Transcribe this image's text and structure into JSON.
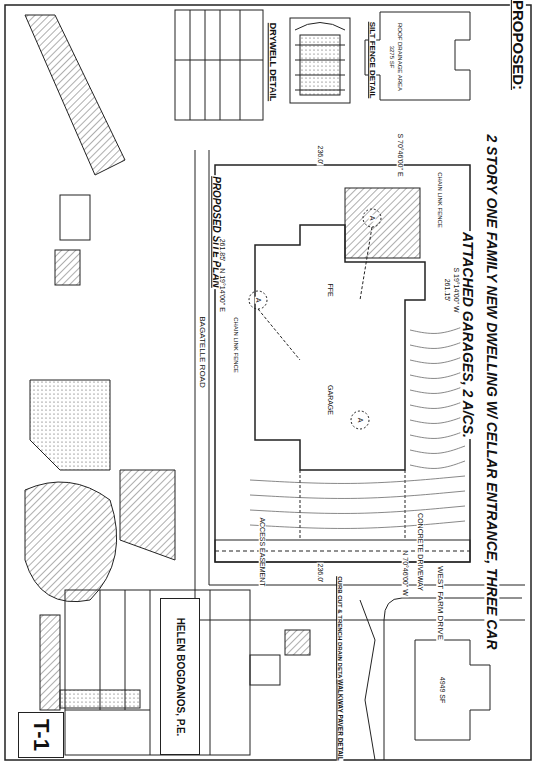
{
  "diagram": {
    "title": "PROPOSED:",
    "nodes": [
      {
        "text": [
          "HELEN BOGDANOS, P.E."
        ]
      },
      {
        "text": [
          "T-1"
        ]
      }
    ],
    "labels": [
      "2 STORY ONE FAMILY NEW DWELLING W/ CELLAR ENTRANCE, THREE CAR",
      "ATTACHED GARAGES, 2 A/CS.",
      "ROOF DRAINAGE AREA",
      "3275 SF",
      "SILT FENCE DETAIL",
      "DRYWELL DETAIL",
      "PROPOSED SITE PLAN",
      "BAGATELLE ROAD",
      "N 19°14'00\" E",
      "261.85'",
      "CHAIN LINK FENCE",
      "S 70°46'00\" E",
      "236.0'",
      "CHAIN LINK FENCE",
      "S 19°14'00\" W",
      "261.15'",
      "CONCRETE DRIVEWAY",
      "ACCESS EASEMENT",
      "N 70°46'00\" W",
      "236.0'",
      "WEST FARM DRIVE",
      "4949 SF",
      "CURB CUT & TRENCH DRAIN DETAIL",
      "WALKWAY PAVER DETAIL",
      "GARAGE",
      "FFE",
      "A",
      "A",
      "A"
    ]
  }
}
